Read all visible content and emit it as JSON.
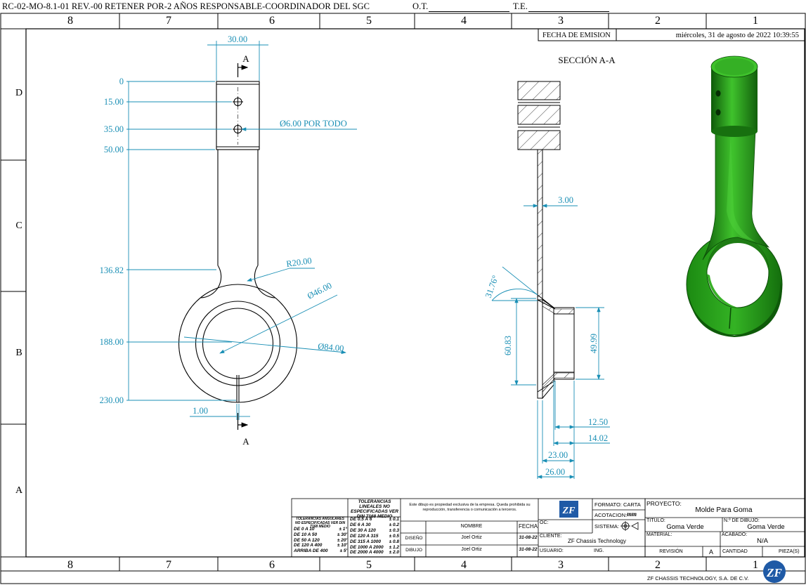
{
  "header": {
    "doc_code": "RC-02-MO-8.1-01 REV.-00 RETENER POR-2 AÑOS RESPONSABLE-COORDINADOR DEL SGC",
    "ot_label": "O.T.",
    "te_label": "T.E."
  },
  "border": {
    "columns": [
      "8",
      "7",
      "6",
      "5",
      "4",
      "3",
      "2",
      "1"
    ],
    "rows": [
      "D",
      "C",
      "B",
      "A"
    ]
  },
  "emission": {
    "label": "FECHA DE EMISION",
    "value": "miércoles, 31 de agosto de 2022 10:39:55"
  },
  "section_title": "SECCIÓN A-A",
  "front_view": {
    "width_dim": "30.00",
    "section_marker": "A",
    "ordinates": [
      "0",
      "15.00",
      "35.00",
      "50.00",
      "136.82",
      "188.00",
      "230.00"
    ],
    "hole_note": "Ø6.00 POR TODO",
    "radius_note": "R20.00",
    "inner_diameter": "Ø46.00",
    "outer_diameter": "Ø84.00",
    "gap_dim": "1.00"
  },
  "section_view": {
    "thickness": "3.00",
    "angle": "31.76°",
    "height_outer": "60.83",
    "height_inner": "49.99",
    "dim_1": "12.50",
    "dim_2": "14.02",
    "dim_3": "23.00",
    "dim_4": "26.00"
  },
  "colors": {
    "dimension": "#1a8fb5",
    "part_green": "#27a51b",
    "part_dark": "#0e5a09",
    "logo_blue": "#1f5aa6"
  },
  "title_block": {
    "tolerances_header": "TOLERANCIAS LINEALES NO ESPECIFICADAS VER DIN 7168 MEDIO",
    "angular_header": "TOLERANCIAS ANGULARES NO ESPECIFICADAS VER DIN 7168 MEDIO",
    "angular_rows": [
      [
        "DE 0 A 10",
        "± 1°"
      ],
      [
        "DE 10 A 50",
        "± 30'"
      ],
      [
        "DE 50 A 120",
        "± 20'"
      ],
      [
        "DE 120 A 400",
        "± 10'"
      ],
      [
        "ARRIBA DE 400",
        "± 5'"
      ]
    ],
    "linear_rows": [
      [
        "DE 0.5 A 6",
        "± 0.1"
      ],
      [
        "DE 6 A 30",
        "± 0.2"
      ],
      [
        "DE 30 A 120",
        "± 0.3"
      ],
      [
        "DE 120 A 315",
        "± 0.5"
      ],
      [
        "DE 315 A 1000",
        "± 0.8"
      ],
      [
        "DE 1000 A 2000",
        "± 1.2"
      ],
      [
        "DE 2000 A 4000",
        "± 2.0"
      ]
    ],
    "notice": "Este dibujo es propiedad exclusiva de la empresa. Queda prohibida su reproducción, transferencia o comunicación a terceros.",
    "col_name": "NOMBRE",
    "col_date": "FECHA",
    "design_label": "DISEÑO",
    "design_name": "Joel Ortiz",
    "design_date": "31-08-22",
    "drawing_label": "DIBUJO",
    "drawing_name": "Joel Ortiz",
    "drawing_date": "31-08-22",
    "format_label": "FORMATO: CARTA",
    "units_label": "ACOTACION:",
    "units_value": "mm",
    "system_label": "SISTEMA:",
    "oc_label": "OC:",
    "client_label": "CLIENTE:",
    "client_value": "ZF Chassis Technology",
    "user_label": "USUARIO:",
    "user_value": "ING.",
    "project_label": "PROYECTO:",
    "project_value": "Molde Para Goma",
    "title_label": "TITULO:",
    "title_value": "Goma Verde",
    "drawing_no_label": "N.º DE DIBUJO:",
    "drawing_no_value": "Goma Verde",
    "material_label": "MATERIAL:",
    "finish_label": "ACABADO:",
    "finish_value": "N/A",
    "revision_label": "REVISIÓN",
    "revision_value": "A",
    "quantity_label": "CANTIDAD",
    "pieces_label": "PIEZA(S)",
    "company": "ZF CHASSIS TECHNOLOGY, S.A. DE C.V.",
    "logo_text": "ZF"
  }
}
